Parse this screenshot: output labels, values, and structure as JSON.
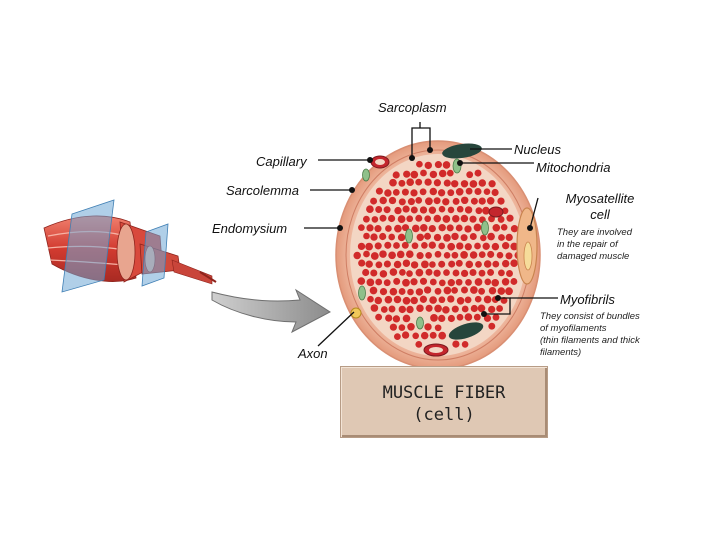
{
  "labels": {
    "sarcoplasm": "Sarcoplasm",
    "capillary": "Capillary",
    "sarcolemma": "Sarcolemma",
    "endomysium": "Endomysium",
    "axon": "Axon",
    "nucleus": "Nucleus",
    "mitochondria": "Mitochondria",
    "myosatellite_line1": "Myosatellite",
    "myosatellite_line2": "cell",
    "myofibrils": "Myofibrils"
  },
  "notes": {
    "myosatellite": [
      "They are involved",
      "in the repair of",
      "damaged muscle"
    ],
    "myofibrils": [
      "They consist of bundles",
      "of myofilaments",
      "(thin filaments and thick",
      "filaments)"
    ]
  },
  "title": {
    "line1": "MUSCLE FIBER",
    "line2": "(cell)"
  },
  "colors": {
    "fiber_interior": "#f3d6c4",
    "myofibril": "#d12a2a",
    "sarcolemma_ring": "#e9a98d",
    "nucleus": "#27463c",
    "mitochondria": "#8fc08a",
    "muscle_bundle": "#d9473a",
    "plane": "#6fa7d6",
    "arrow": "#9a9a9a"
  }
}
